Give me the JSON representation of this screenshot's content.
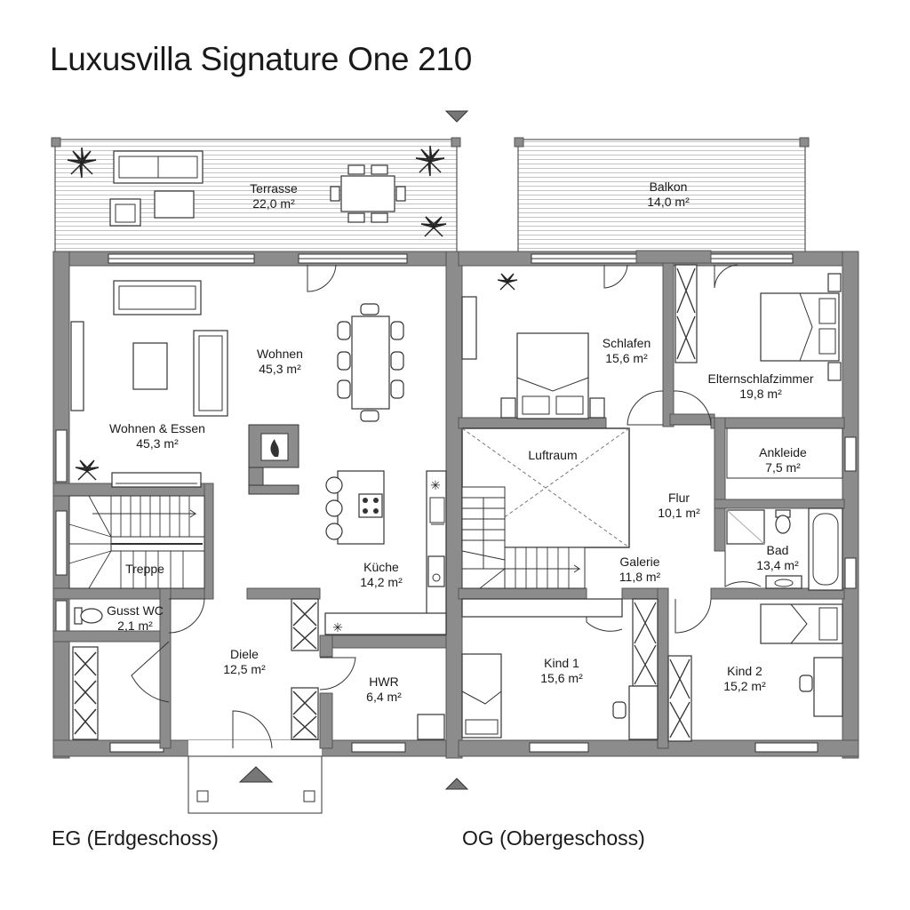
{
  "title": "Luxusvilla Signature One 210",
  "floors": {
    "eg": "EG (Erdgeschoss)",
    "og": "OG (Obergeschoss)"
  },
  "rooms": {
    "terrasse": {
      "name": "Terrasse",
      "area": "22,0 m²"
    },
    "balkon": {
      "name": "Balkon",
      "area": "14,0 m²"
    },
    "wohnen": {
      "name": "Wohnen",
      "area": "45,3 m²"
    },
    "wohnen_essen": {
      "name": "Wohnen & Essen",
      "area": "45,3 m²"
    },
    "treppe": {
      "name": "Treppe"
    },
    "kueche": {
      "name": "Küche",
      "area": "14,2 m²"
    },
    "gaeste_wc": {
      "name": "Gusst WC",
      "area": "2,1 m²"
    },
    "diele": {
      "name": "Diele",
      "area": "12,5 m²"
    },
    "hwr": {
      "name": "HWR",
      "area": "6,4 m²"
    },
    "schlafen": {
      "name": "Schlafen",
      "area": "15,6 m²"
    },
    "elternschlafzimmer": {
      "name": "Elternschlafzimmer",
      "area": "19,8 m²"
    },
    "luftraum": {
      "name": "Luftraum"
    },
    "ankleide": {
      "name": "Ankleide",
      "area": "7,5 m²"
    },
    "flur": {
      "name": "Flur",
      "area": "10,1 m²"
    },
    "bad": {
      "name": "Bad",
      "area": "13,4 m²"
    },
    "galerie": {
      "name": "Galerie",
      "area": "11,8 m²"
    },
    "kind1": {
      "name": "Kind 1",
      "area": "15,6 m²"
    },
    "kind2": {
      "name": "Kind 2",
      "area": "15,2 m²"
    }
  }
}
